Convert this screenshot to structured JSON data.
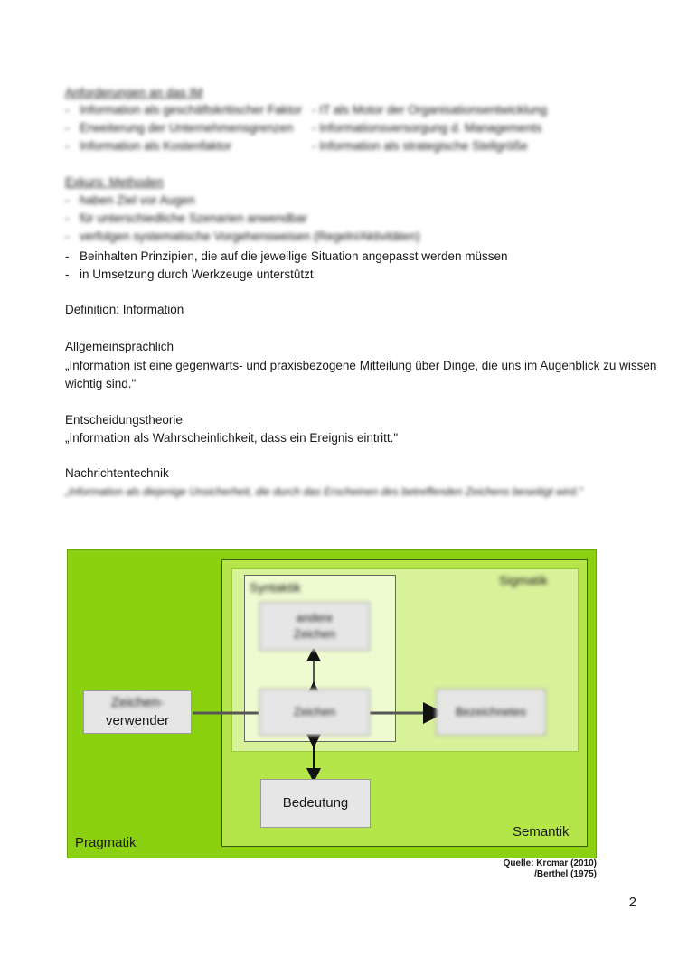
{
  "top_section": {
    "heading": "Anforderungen an das IM",
    "col_left": [
      "Information als geschäftskritischer Faktor",
      "Erweiterung der Unternehmensgrenzen",
      "Information als Kostenfaktor"
    ],
    "col_right": [
      "- IT als Motor der Organisationsentwicklung",
      "- Informationsversorgung d. Managements",
      "- Information als strategische Stellgröße"
    ]
  },
  "exkurs": {
    "heading": "Exkurs: Methoden",
    "items": [
      "haben Ziel vor Augen",
      "für unterschiedliche Szenarien anwendbar",
      "verfolgen systematische Vorgehensweisen (Regeln/Aktivitäten)",
      "Beinhalten Prinzipien, die auf die jeweilige Situation angepasst werden müssen",
      "in Umsetzung durch Werkzeuge unterstützt"
    ]
  },
  "definition_title": "Definition: Information",
  "allgemein": {
    "label": "Allgemeinsprachlich",
    "quote_line1": "„Information ist eine gegenwarts- und praxisbezogene Mitteilung über Dinge, die uns im Augenblick zu wissen",
    "quote_line2": "wichtig sind.\""
  },
  "entscheidung": {
    "label": "Entscheidungstheorie",
    "quote": "„Information als Wahrscheinlichkeit, dass ein Ereignis eintritt.\""
  },
  "nachrichten": {
    "label": "Nachrichtentechnik",
    "quote": "„Information als diejenige Unsicherheit, die durch das Erscheinen des betreffenden Zeichens beseitigt wird.\""
  },
  "diagram": {
    "pragmatik": "Pragmatik",
    "semantik": "Semantik",
    "sigmatik": "Sigmatik",
    "syntaktik": "Syntaktik",
    "andere_zeichen_1": "andere",
    "andere_zeichen_2": "Zeichen",
    "zeichen": "Zeichen",
    "bezeichnetes": "Bezeichnetes",
    "zeichenverwender_1": "Zeichen-",
    "zeichenverwender_2": "verwender",
    "bedeutung": "Bedeutung",
    "colors": {
      "outer": "#8cd10f",
      "mid": "#b4e64a",
      "inner": "#d8f29a",
      "innermost": "#eefad0"
    }
  },
  "source_line1": "Quelle: Krcmar (2010)",
  "source_line2": "/Berthel (1975)",
  "page_number": "2"
}
